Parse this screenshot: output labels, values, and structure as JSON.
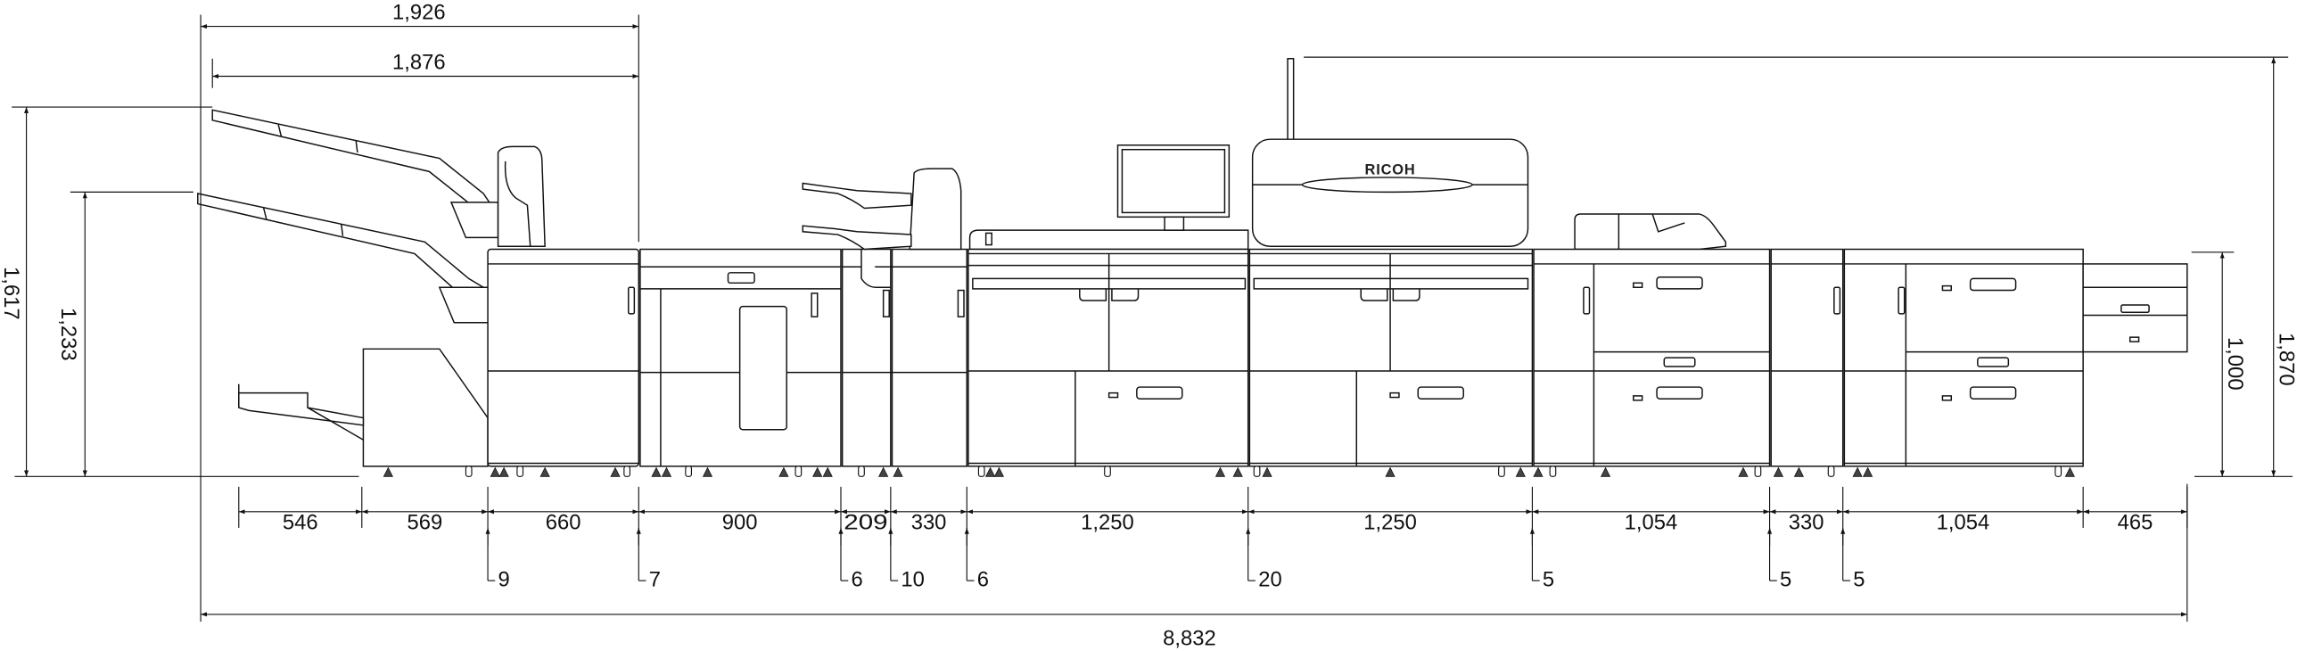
{
  "title": "Ricoh production printer configuration – dimensional drawing (mm)",
  "brand_logo": "RICOH",
  "colors": {
    "line": "#111111",
    "background": "#ffffff",
    "foot": "#444444"
  },
  "dimensions": {
    "top_width_outer": "1,926",
    "top_width_inner": "1,876",
    "left_height_total": "1,617",
    "left_height_lower_tray": "1,233",
    "right_height_total": "1,870",
    "right_height_body": "1,000",
    "overall_width": "8,832",
    "module_widths": [
      "546",
      "569",
      "660",
      "900",
      "209",
      "330",
      "1,250",
      "1,250",
      "1,054",
      "330",
      "1,054",
      "465"
    ],
    "gaps": [
      "9",
      "7",
      "6",
      "10",
      "6",
      "20",
      "5",
      "5",
      "5"
    ]
  }
}
